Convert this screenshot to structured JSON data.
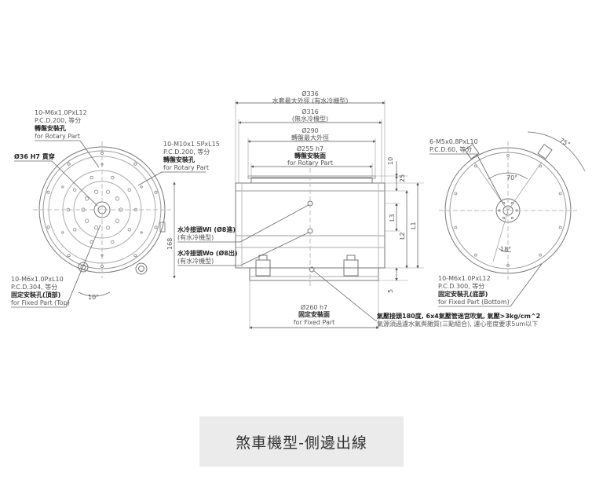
{
  "caption": "煞車機型-側邊出線",
  "left_view": {
    "top_spec": [
      "10-M6x1.0PxL12",
      "P.C.D.200, 等分",
      "轉盤安裝孔",
      "for Rotary Part"
    ],
    "bore": "Ø36 H7 貫穿",
    "right_spec": [
      "10-M10x1.5PxL15",
      "P.C.D.200, 等分",
      "轉盤安裝孔",
      "for Rotary Part"
    ],
    "bottom_spec": [
      "10-M6x1.0PxL10",
      "P.C.D.304, 等分",
      "固定安裝孔(頂部)",
      "for Fixed Part (Top)"
    ],
    "angle": "10°",
    "dim_168": "168"
  },
  "center_view": {
    "d336": "Ø336",
    "d336_note": "水套最大外徑 (有水冷機型)",
    "d316": "Ø316",
    "d316_note": "(無水冷機型)",
    "d290": "Ø290",
    "d290_note": "轉盤最大外徑",
    "d255": "Ø255 h7",
    "d255_note1": "轉盤安裝面",
    "d255_note2": "for Rotary Part",
    "d260": "Ø260 h7",
    "d260_note1": "固定安裝面",
    "d260_note2": "for Fixed Part",
    "water_in": "水冷接頭Wi (Ø8進)",
    "water_in_note": "(有水冷機型)",
    "water_out": "水冷接頭Wo (Ø8出)",
    "water_out_note": "(有水冷機型)",
    "air_note1": "氣壓接頭180度, 6x4氣壓管迷宮吹氣, 氣壓>3kg/cm^2",
    "air_note2": "氣源須過濾水氣與雜質(三點組合), 濾心密度要求5um以下",
    "v10": "10",
    "v25": "25",
    "v5": "5",
    "L1": "L1",
    "L2": "L2",
    "L3": "L3"
  },
  "right_view": {
    "top_spec": [
      "6-M5x0.8PxL10",
      "P.C.D.60, 等分"
    ],
    "angle75": "75°",
    "angle70": "70°",
    "angle18": "18°",
    "bottom_spec": [
      "10-M6x1.0PxL12",
      "P.C.D.300, 等分",
      "固定安裝孔(底部)",
      "for Fixed Part (Bottom)"
    ]
  }
}
